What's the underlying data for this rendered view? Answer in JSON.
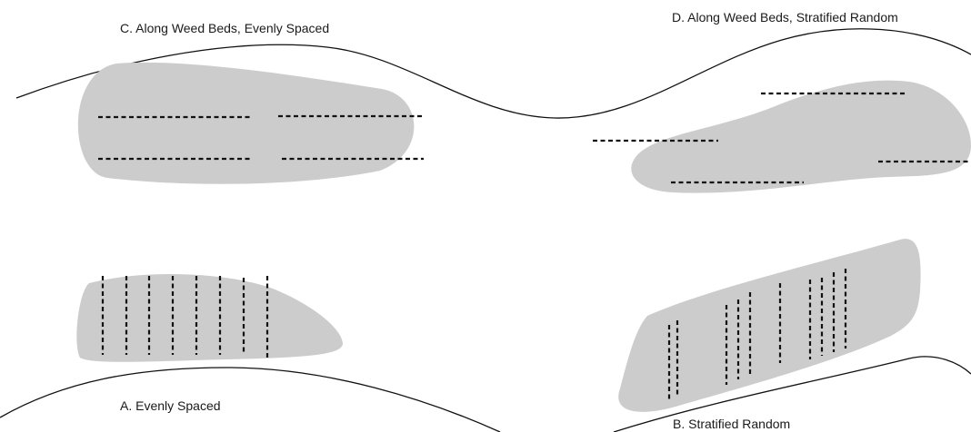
{
  "panels": {
    "c": {
      "label": "C. Along Weed Beds, Evenly Spaced"
    },
    "d": {
      "label": "D. Along Weed Beds, Stratified Random"
    },
    "a": {
      "label": "A. Evenly Spaced"
    },
    "b": {
      "label": "B. Stratified Random"
    }
  },
  "colors": {
    "weed_bed": "#cccccc",
    "shoreline": "#111111",
    "transect": "#111111",
    "text": "#1a1a1a"
  }
}
